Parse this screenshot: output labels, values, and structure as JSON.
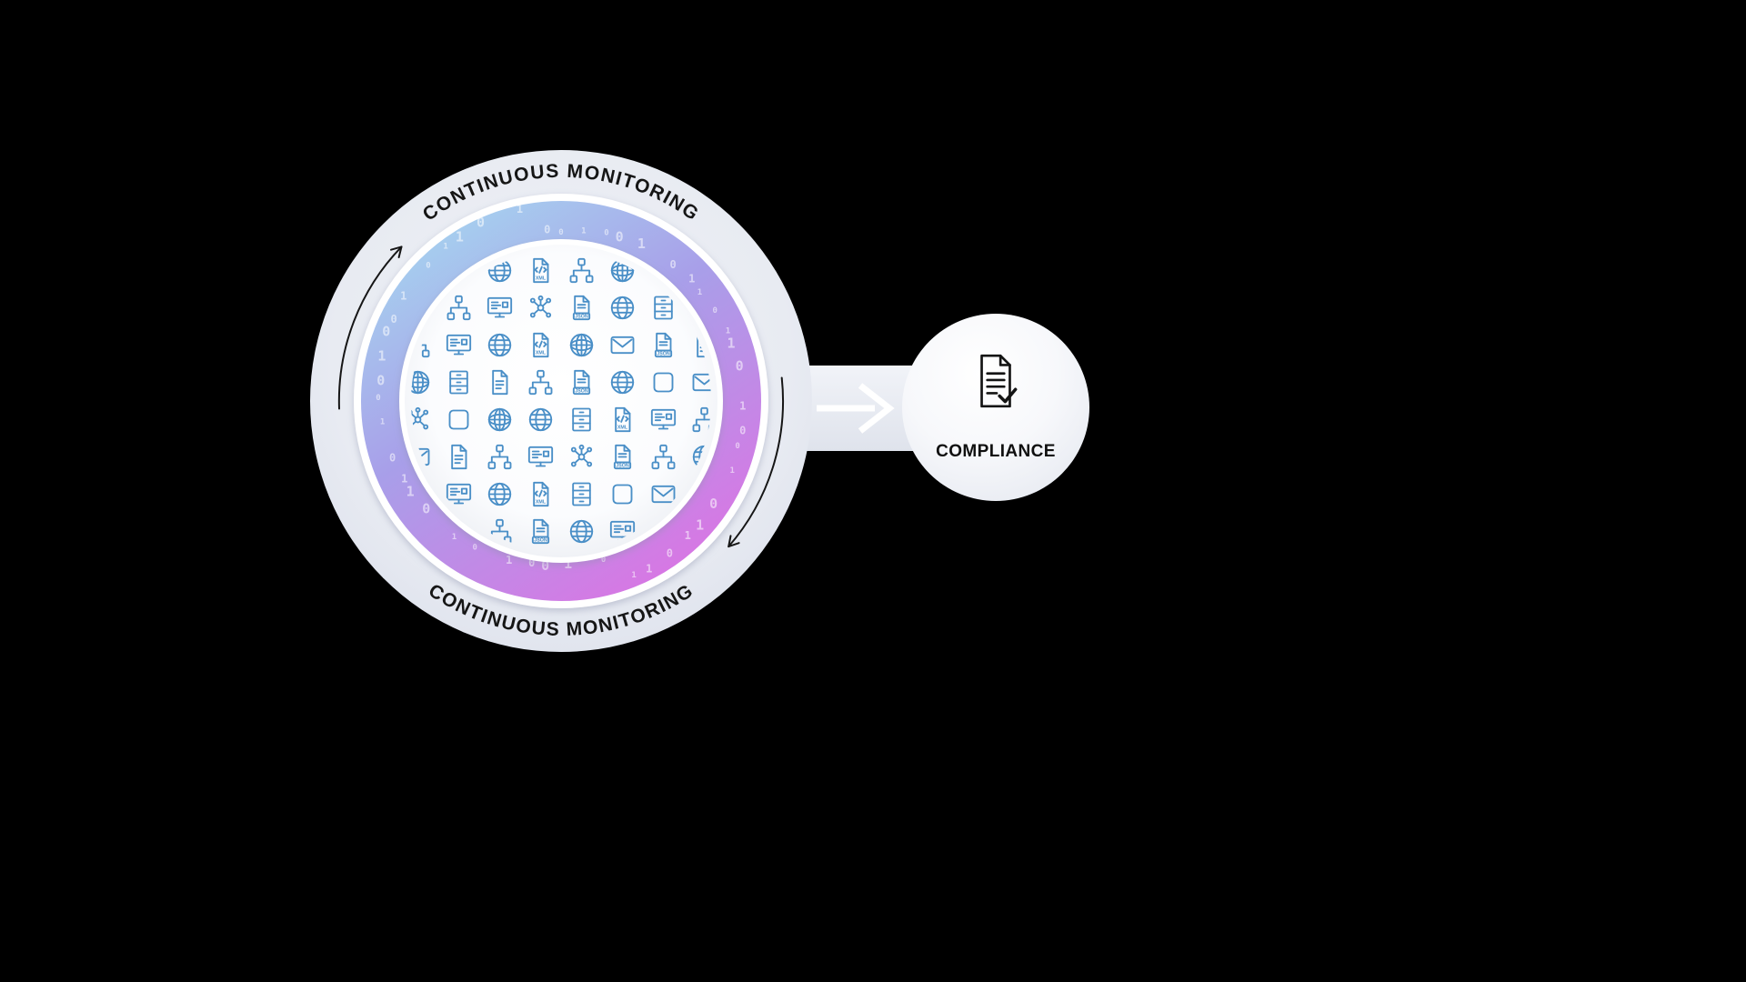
{
  "canvas": {
    "background": "#000000"
  },
  "monitoring_cycle": {
    "label_top": "CONTINUOUS MONITORING",
    "label_bottom": "CONTINUOUS MONITORING",
    "ring_gradient": [
      "#a6d4ef",
      "#a89fe9",
      "#d678e4"
    ],
    "binary_digits": [
      "0",
      "1"
    ],
    "icon_color": "#4a8fc7",
    "icon_labels": {
      "json": "JSON",
      "xml": "XML"
    },
    "icon_grid": [
      [
        "mail",
        "archive",
        "globe",
        "xml",
        "sitemap",
        "globe-grid",
        "doc",
        "json"
      ],
      [
        "doc",
        "sitemap",
        "monitor",
        "network",
        "json",
        "globe",
        "archive",
        "mail"
      ],
      [
        "sitemap",
        "monitor",
        "globe",
        "xml",
        "globe-grid",
        "mail",
        "json",
        "doc"
      ],
      [
        "globe-grid",
        "archive",
        "doc",
        "sitemap",
        "json",
        "globe",
        "square",
        "mail"
      ],
      [
        "network",
        "square",
        "globe-grid",
        "globe",
        "archive",
        "xml",
        "monitor",
        "sitemap"
      ],
      [
        "mail",
        "doc",
        "sitemap",
        "monitor",
        "network",
        "json",
        "sitemap",
        "globe"
      ],
      [
        "sitemap",
        "monitor",
        "globe",
        "xml",
        "archive",
        "square",
        "mail",
        "doc"
      ],
      [
        "archive",
        "doc",
        "sitemap",
        "json",
        "globe",
        "monitor",
        "network",
        "xml"
      ]
    ]
  },
  "compliance": {
    "label": "COMPLIANCE"
  }
}
